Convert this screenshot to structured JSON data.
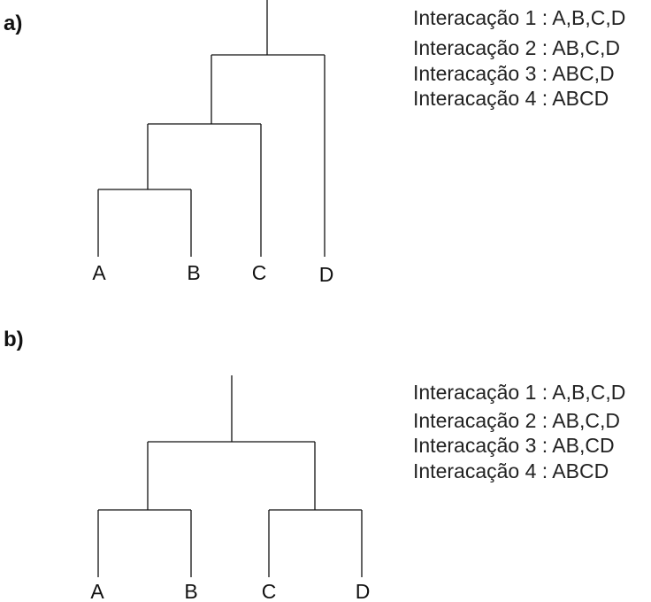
{
  "panel_a": {
    "label": "a)",
    "leaves": [
      "A",
      "B",
      "C",
      "D"
    ],
    "iterations": [
      "Interacação 1 : A,B,C,D",
      "Interacação 2 : AB,C,D",
      "Interacação 3 : ABC,D",
      "Interacação 4 : ABCD"
    ]
  },
  "panel_b": {
    "label": "b)",
    "leaves": [
      "A",
      "B",
      "C",
      "D"
    ],
    "iterations": [
      "Interacação 1 : A,B,C,D",
      "Interacação 2 : AB,C,D",
      "Interacação 3 : AB,CD",
      "Interacação 4 : ABCD"
    ]
  }
}
